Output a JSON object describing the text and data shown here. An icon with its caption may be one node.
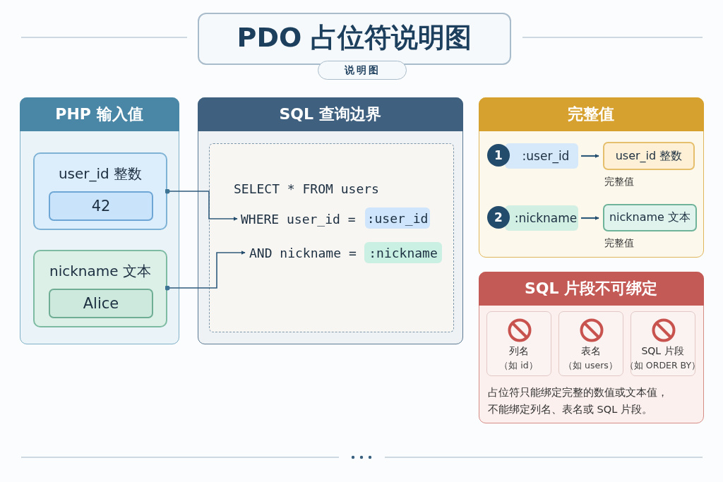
{
  "diagram": {
    "title": "PDO 占位符说明图",
    "nodes": [
      {
        "text": [
          "PHP 输入值"
        ]
      },
      {
        "text": [
          "user_id 整数"
        ],
        "in": 0
      },
      {
        "text": [
          "42"
        ],
        "in": 1
      },
      {
        "text": [
          "nickname 文本"
        ],
        "in": 0
      },
      {
        "text": [
          "Alice"
        ],
        "in": 3
      },
      {
        "text": [
          "SQL 查询边界"
        ]
      },
      {
        "text": [
          "WHERE user_id ="
        ],
        "in": 5
      },
      {
        "text": [
          ":user_id"
        ],
        "in": 5
      },
      {
        "text": [
          "AND nickname ="
        ],
        "in": 5
      },
      {
        "text": [
          ":nickname"
        ],
        "in": 5
      },
      {
        "text": [
          "完整值"
        ]
      },
      {
        "text": [
          "1"
        ],
        "in": 10
      },
      {
        "text": [
          ":user_id"
        ],
        "in": 10
      },
      {
        "text": [
          "user_id 整数"
        ],
        "beside": [
          "完整值"
        ],
        "in": 10
      },
      {
        "text": [
          "2"
        ],
        "in": 10
      },
      {
        "text": [
          ":nickname"
        ],
        "in": 10
      },
      {
        "text": [
          "nickname 文本"
        ],
        "beside": [
          "完整值"
        ],
        "in": 10
      },
      {
        "text": [
          "SQL 片段不可绑定",
          "占位符只能绑定完整的数值或文本值，不能绑定列名、表名或 SQL 片段。"
        ]
      },
      {
        "text": [
          "列名",
          "（如 id）"
        ],
        "in": 17
      },
      {
        "text": [
          "表名",
          "（如 users）"
        ],
        "in": 17
      },
      {
        "text": [
          "SQL 片段",
          "（如 ORDER BY）"
        ],
        "in": 17
      }
    ],
    "edges": [
      {
        "from": 1,
        "to": 6,
        "arrow": "to"
      },
      {
        "from": 3,
        "to": 8,
        "arrow": "to"
      },
      {
        "from": 12,
        "to": 13,
        "arrow": "to"
      },
      {
        "from": 15,
        "to": 16,
        "arrow": "to"
      }
    ],
    "labels": [
      "说明图",
      "SELECT * FROM users"
    ]
  }
}
